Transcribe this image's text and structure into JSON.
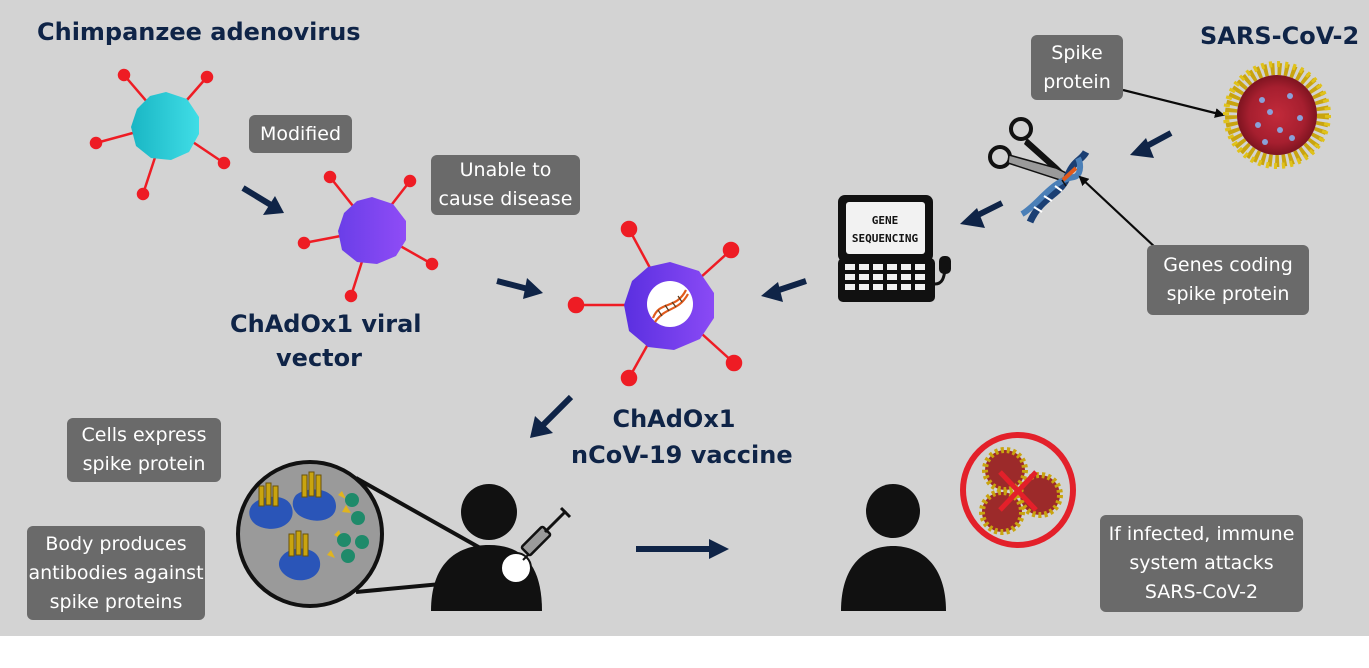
{
  "titles": {
    "chimp": "Chimpanzee adenovirus",
    "sars": "SARS-CoV-2",
    "vector_line1": "ChAdOx1 viral",
    "vector_line2": "vector",
    "vaccine_line1": "ChAdOx1",
    "vaccine_line2": "nCoV-19 vaccine"
  },
  "labels": {
    "modified": "Modified",
    "unable_line1": "Unable to",
    "unable_line2": "cause disease",
    "spike_line1": "Spike",
    "spike_line2": "protein",
    "genes_line1": "Genes coding",
    "genes_line2": "spike protein",
    "cells_line1": "Cells express",
    "cells_line2": "spike protein",
    "body_line1": "Body produces",
    "body_line2": "antibodies against",
    "body_line3": "spike proteins",
    "infected_line1": "If infected, immune",
    "infected_line2": "system attacks",
    "infected_line3": "SARS-CoV-2"
  },
  "computer": {
    "screen_line1": "GENE",
    "screen_line2": "SEQUENCING"
  },
  "icons": [
    "chimpanzee-adenovirus-icon",
    "viral-vector-icon",
    "vaccine-icon",
    "coronavirus-icon",
    "scissors-icon",
    "dna-icon",
    "computer-icon",
    "cell-zoom-icon",
    "person-icon",
    "syringe-icon",
    "no-virus-icon"
  ],
  "colors": {
    "background": "#d3d3d3",
    "label_box": "#6a6a6a",
    "title_text": "#0f2447",
    "arrow": "#0f2447",
    "adenovirus": "#28c8d4",
    "vector": "#7a3ff0",
    "spike_tips": "#ee1c24",
    "prohibition": "#e3202a"
  }
}
